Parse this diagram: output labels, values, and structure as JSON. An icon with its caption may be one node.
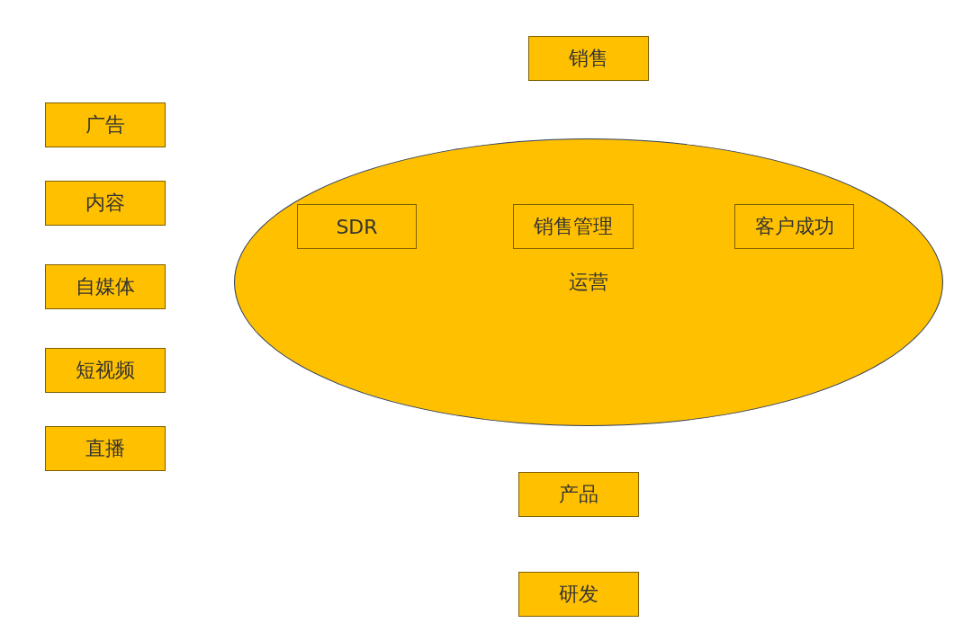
{
  "diagram": {
    "nodes": [
      {
        "text": [
          "销售"
        ]
      },
      {
        "text": [
          "广告"
        ]
      },
      {
        "text": [
          "内容"
        ]
      },
      {
        "text": [
          "自媒体"
        ]
      },
      {
        "text": [
          "短视频"
        ]
      },
      {
        "text": [
          "直播"
        ]
      },
      {
        "text": [
          "运营"
        ]
      },
      {
        "text": [
          "SDR"
        ],
        "in": 6
      },
      {
        "text": [
          "销售管理"
        ],
        "in": 6
      },
      {
        "text": [
          "客户成功"
        ],
        "in": 6
      },
      {
        "text": [
          "产品"
        ]
      },
      {
        "text": [
          "研发"
        ]
      }
    ]
  }
}
